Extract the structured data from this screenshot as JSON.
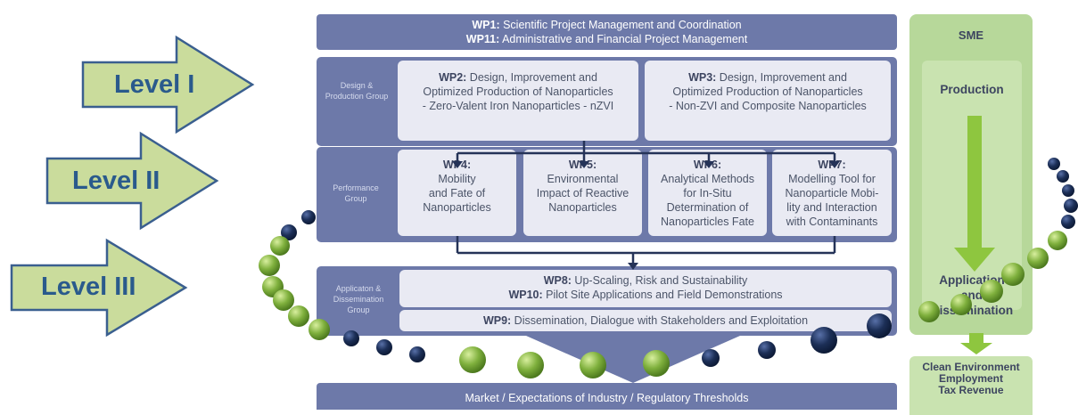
{
  "levels": [
    {
      "label": "Level I"
    },
    {
      "label": "Level II"
    },
    {
      "label": "Level III"
    }
  ],
  "top": {
    "wp1_code": "WP1:",
    "wp1_text": " Scientific Project Management and Coordination",
    "wp11_code": "WP11:",
    "wp11_text": " Administrative and Financial Project Management"
  },
  "groups": {
    "design": {
      "label": "Design & Production Group"
    },
    "performance": {
      "label": "Performance Group"
    },
    "application": {
      "label": "Applicaton & Dissemination Group"
    }
  },
  "design_wps": [
    {
      "code": "WP2:",
      "line1": " Design, Improvement and",
      "line2": "Optimized Production of Nanoparticles",
      "line3": "- Zero-Valent Iron Nanoparticles - nZVI"
    },
    {
      "code": "WP3:",
      "line1": " Design, Improvement and",
      "line2": "Optimized Production of Nanoparticles",
      "line3": "- Non-ZVI and Composite Nanoparticles"
    }
  ],
  "performance_wps": [
    {
      "code": "WP4:",
      "lines": [
        "Mobility",
        "and Fate of",
        "Nanoparticles"
      ]
    },
    {
      "code": "WP5:",
      "lines": [
        "Environmental",
        "Impact of Reactive",
        "Nanoparticles"
      ]
    },
    {
      "code": "WP6:",
      "lines": [
        "Analytical Methods",
        "for In-Situ",
        "Determination of",
        "Nanoparticles Fate"
      ]
    },
    {
      "code": "WP7:",
      "lines": [
        "Modelling Tool for",
        "Nanoparticle Mobi-",
        "lity and Interaction",
        "with Contaminants"
      ]
    }
  ],
  "application_wps": {
    "wp8_code": "WP8:",
    "wp8_text": " Up-Scaling, Risk and Sustainability",
    "wp10_code": "WP10:",
    "wp10_text": " Pilot Site Applications and Field Demonstrations",
    "wp9_code": "WP9:",
    "wp9_text": " Dissemination, Dialogue with Stakeholders and Exploitation"
  },
  "market_text": "Market / Expectations of Industry / Regulatory Thresholds",
  "sme": {
    "title": "SME",
    "production": "Production",
    "application_line1": "Application",
    "application_line2": "and",
    "application_line3": "Dissemination"
  },
  "outcomes": [
    "Clean Environment",
    "Employment",
    "Tax Revenue"
  ],
  "colors": {
    "navy": "#6d79a9",
    "light_box": "#e9eaf3",
    "arrow_green": "#cadc9c",
    "arrow_outline": "#3a5f8f",
    "sme_green": "#b7d89a",
    "flow_green": "#8ec63f",
    "sphere_green": "#7fb03d",
    "sphere_navy": "#1c2f57"
  }
}
